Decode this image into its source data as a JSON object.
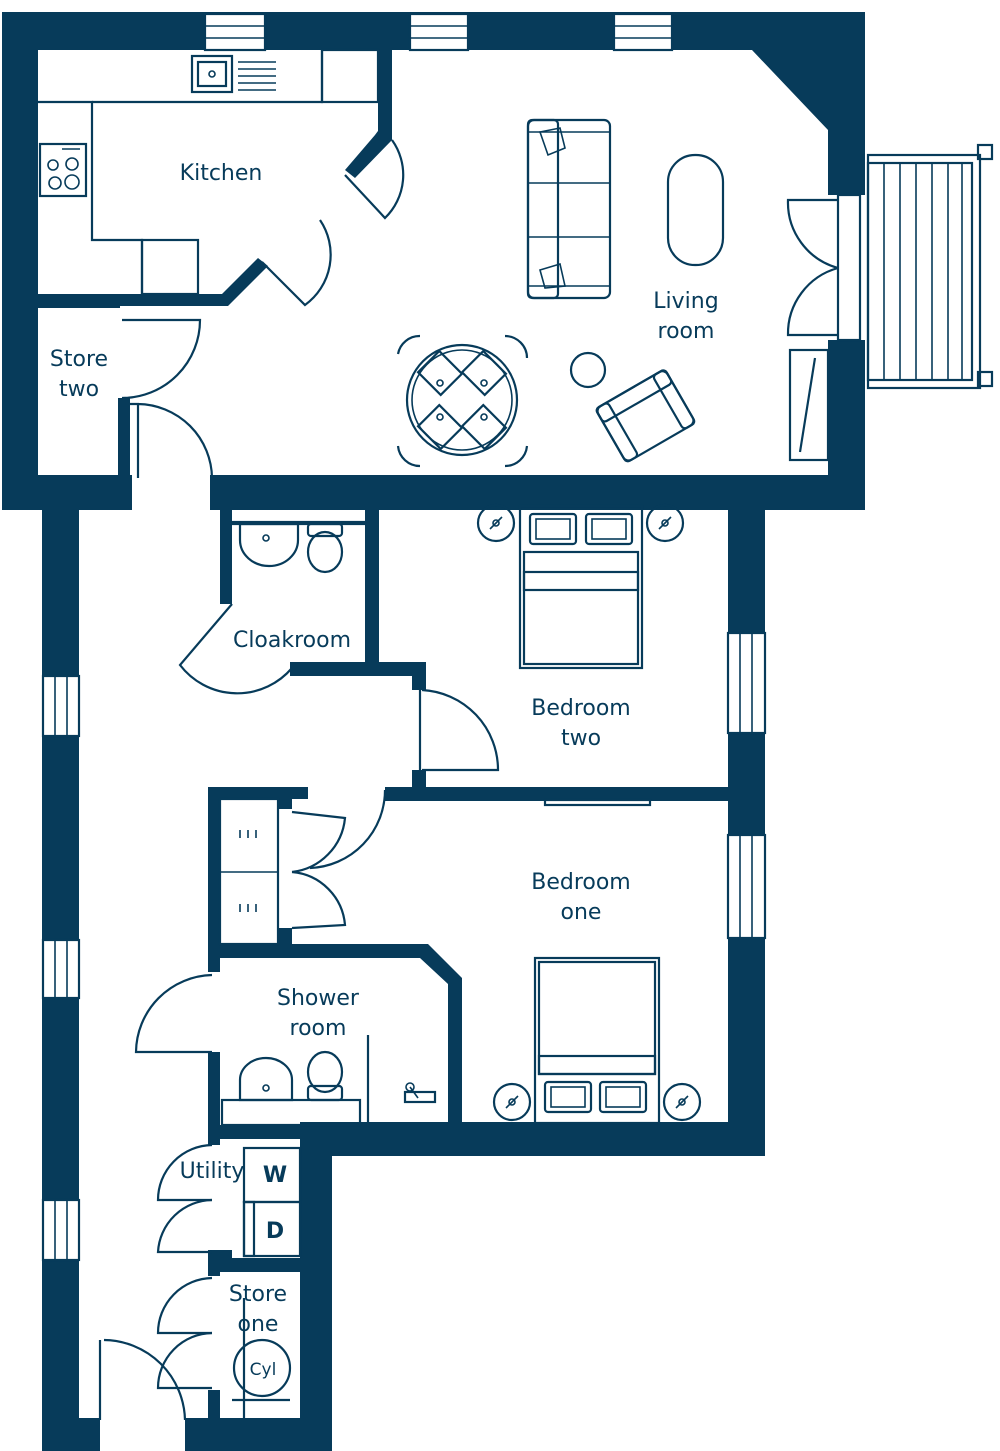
{
  "colors": {
    "wall": "#073b5a",
    "background": "#ffffff"
  },
  "rooms": {
    "kitchen": [
      "Kitchen"
    ],
    "living_room": [
      "Living",
      "room"
    ],
    "store_two": [
      "Store",
      "two"
    ],
    "cloakroom": [
      "Cloakroom"
    ],
    "bedroom_two": [
      "Bedroom",
      "two"
    ],
    "bedroom_one": [
      "Bedroom",
      "one"
    ],
    "shower_room": [
      "Shower",
      "room"
    ],
    "utility": [
      "Utility"
    ],
    "store_one": [
      "Store",
      "one"
    ]
  },
  "appliances": {
    "washer": "W",
    "dryer": "D",
    "cylinder": "Cyl"
  }
}
